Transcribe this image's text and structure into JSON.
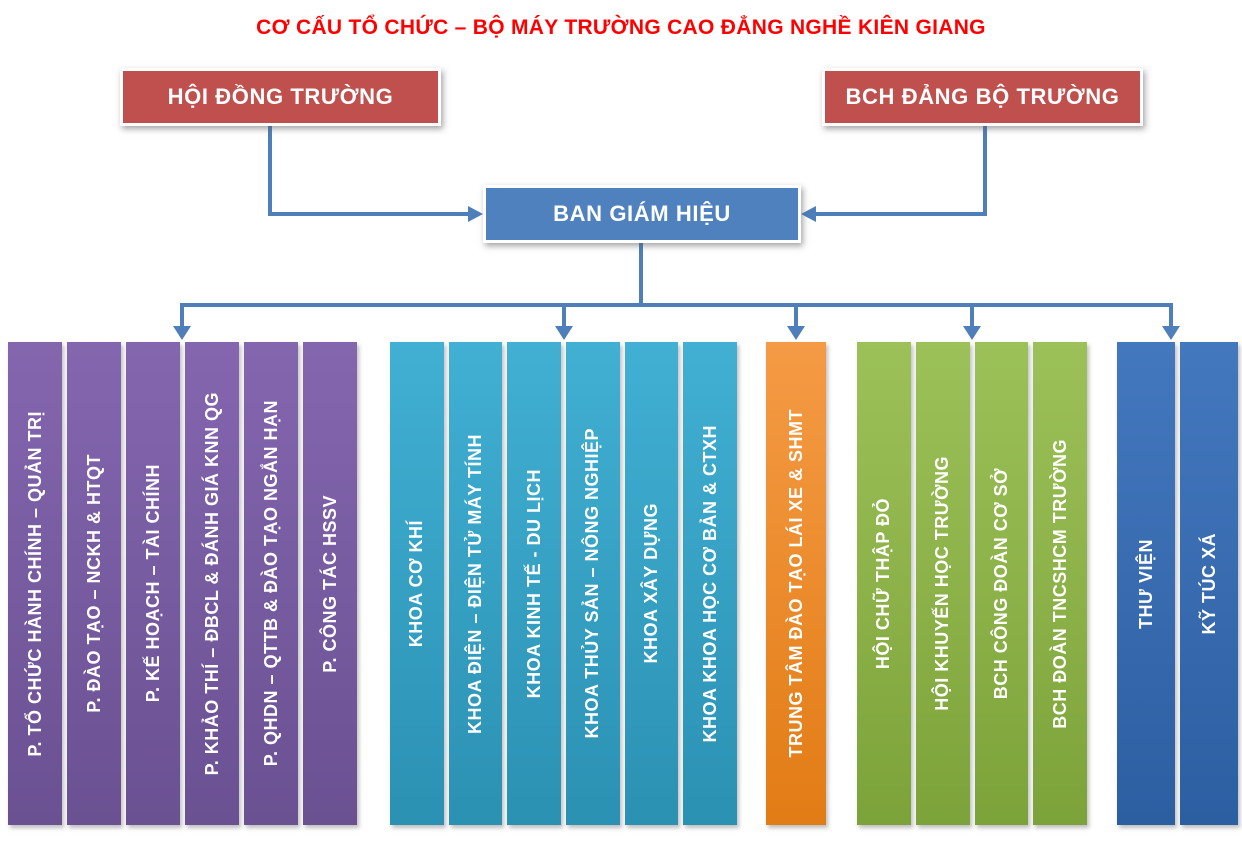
{
  "title": {
    "text": "CƠ CẤU TỔ CHỨC – BỘ MÁY TRƯỜNG CAO ĐẲNG NGHỀ KIÊN GIANG",
    "color": "#FF0000"
  },
  "colors": {
    "top_box_red": "#C0504D",
    "center_box_blue": "#4E81BD",
    "connector_blue": "#4E7FBA"
  },
  "top_boxes": {
    "left": {
      "label": "HỘI ĐỒNG TRƯỜNG"
    },
    "right": {
      "label": "BCH ĐẢNG BỘ TRƯỜNG"
    }
  },
  "center_box": {
    "label": "BAN GIÁM HIỆU"
  },
  "groups": [
    {
      "id": "phong",
      "color_top": "#8466AF",
      "color_bottom": "#6A5192",
      "items": [
        {
          "label": "P. TỔ CHỨC HÀNH CHÍNH – QUẢN TRỊ"
        },
        {
          "label": "P. ĐÀO TẠO – NCKH & HTQT"
        },
        {
          "label": "P. KẾ HOẠCH – TÀI CHÍNH"
        },
        {
          "label": "P. KHẢO THÍ – ĐBCL & ĐÁNH GIÁ KNN QG"
        },
        {
          "label": "P. QHDN – QTTB & ĐÀO TẠO NGẮN HẠN"
        },
        {
          "label": "P. CÔNG TÁC HSSV"
        }
      ]
    },
    {
      "id": "khoa",
      "color_top": "#41B0D3",
      "color_bottom": "#2B91B3",
      "items": [
        {
          "label": "KHOA CƠ KHÍ"
        },
        {
          "label": "KHOA ĐIỆN – ĐIỆN TỬ MÁY TÍNH"
        },
        {
          "label": "KHOA KINH TẾ - DU LỊCH"
        },
        {
          "label": "KHOA THỦY SẢN – NÔNG NGHIỆP"
        },
        {
          "label": "KHOA XÂY DỰNG"
        },
        {
          "label": "KHOA KHOA HỌC CƠ BẢN & CTXH"
        }
      ]
    },
    {
      "id": "trung-tam",
      "color_top": "#F59B45",
      "color_bottom": "#E27C15",
      "items": [
        {
          "label": "TRUNG TÂM ĐÀO TẠO LÁI XE & SHMT"
        }
      ]
    },
    {
      "id": "doan-the",
      "color_top": "#9CC159",
      "color_bottom": "#7CA339",
      "items": [
        {
          "label": "HỘI CHỮ THẬP ĐỎ"
        },
        {
          "label": "HỘI KHUYẾN HỌC TRƯỜNG"
        },
        {
          "label": "BCH CÔNG ĐOÀN CƠ SỞ"
        },
        {
          "label": "BCH ĐOÀN TNCSHCM TRƯỜNG"
        }
      ]
    },
    {
      "id": "phuc-vu",
      "color_top": "#4478BE",
      "color_bottom": "#2C5EA2",
      "items": [
        {
          "label": "THƯ VIỆN"
        },
        {
          "label": "KỸ TÚC XÁ"
        }
      ]
    }
  ]
}
